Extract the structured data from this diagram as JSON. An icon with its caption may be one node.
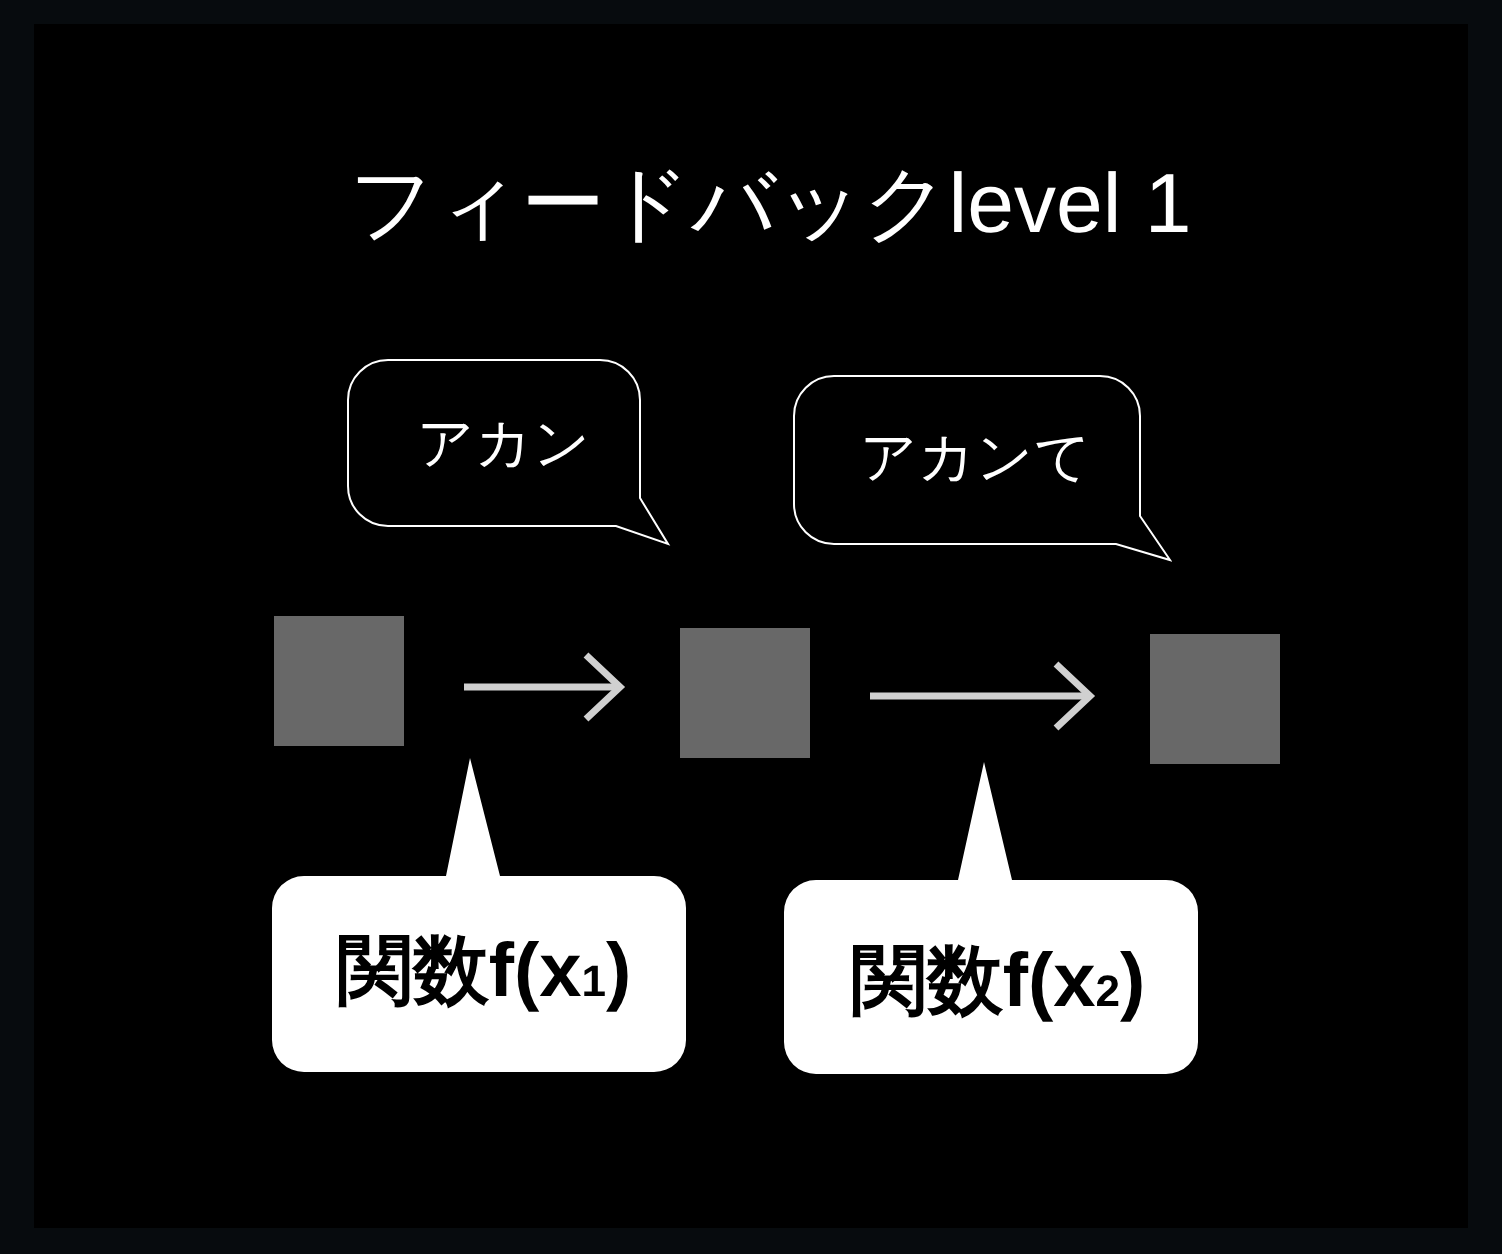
{
  "diagram": {
    "title": "フィードバックlevel 1",
    "nodes": [
      {
        "text": [
          "アカン"
        ]
      },
      {
        "text": [
          "アカンて"
        ]
      },
      {
        "text": [],
        "shape": "box"
      },
      {
        "text": [],
        "shape": "box"
      },
      {
        "text": [],
        "shape": "box"
      },
      {
        "text": [
          "関数f(x$_{1}$)"
        ]
      },
      {
        "text": [
          "関数f(x$_{2}$)"
        ]
      }
    ],
    "edges": [
      {
        "from": 2,
        "to": 3,
        "arrow": "to"
      },
      {
        "from": 3,
        "to": 4,
        "arrow": "to"
      }
    ]
  }
}
